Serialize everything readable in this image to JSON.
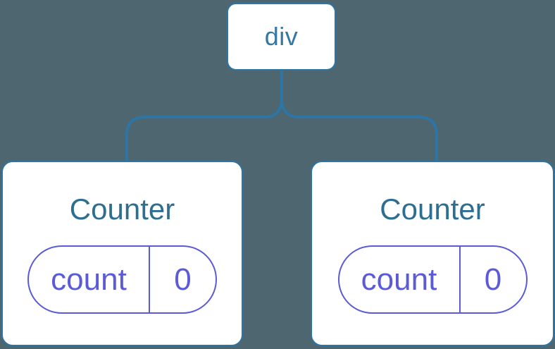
{
  "diagram": {
    "background": "#4D6670",
    "colors": {
      "node_bg": "#FFFFFF",
      "node_border": "#2E75A6",
      "connector": "#2E75A6",
      "root_text": "#36789F",
      "title_text": "#2E6E91",
      "pill": "#5B5BD8"
    },
    "root": {
      "label": "div"
    },
    "children": [
      {
        "title": "Counter",
        "state": {
          "key": "count",
          "value": "0"
        }
      },
      {
        "title": "Counter",
        "state": {
          "key": "count",
          "value": "0"
        }
      }
    ]
  }
}
